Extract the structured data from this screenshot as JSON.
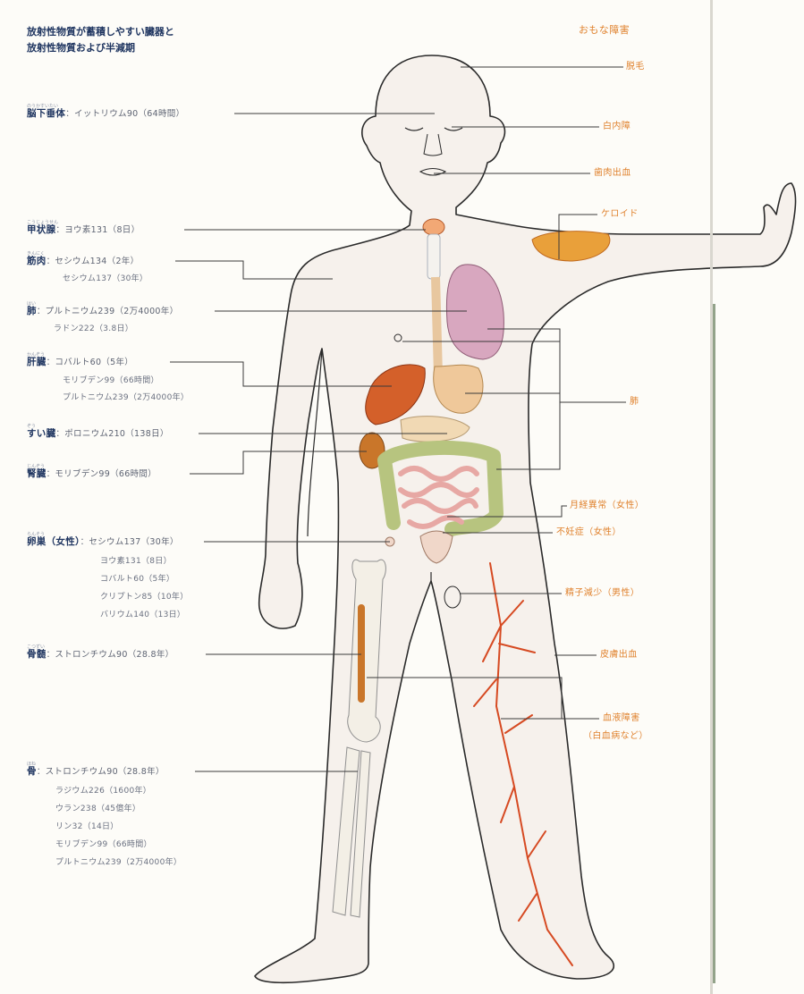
{
  "header": {
    "title_line1": "放射性物質が蓄積しやすい臓器と",
    "title_line2": "放射性物質および半減期",
    "right_heading": "おもな障害"
  },
  "left_labels": [
    {
      "organ": "脳下垂体",
      "ruby": "のうかすいたい",
      "items": [
        "イットリウム90（64時間）"
      ]
    },
    {
      "organ": "甲状腺",
      "ruby": "こうじょうせん",
      "items": [
        "ヨウ素131（8日）"
      ]
    },
    {
      "organ": "筋肉",
      "ruby": "きんにく",
      "items": [
        "セシウム134（2年）",
        "セシウム137（30年）"
      ]
    },
    {
      "organ": "肺",
      "ruby": "はい",
      "items": [
        "プルトニウム239（2万4000年）",
        "ラドン222（3.8日）"
      ]
    },
    {
      "organ": "肝臓",
      "ruby": "かんぞう",
      "items": [
        "コバルト60（5年）",
        "モリブデン99（66時間）",
        "プルトニウム239（2万4000年）"
      ]
    },
    {
      "organ": "すい臓",
      "ruby": "ぞう",
      "items": [
        "ポロニウム210（138日）"
      ]
    },
    {
      "organ": "腎臓",
      "ruby": "じんぞう",
      "items": [
        "モリブデン99（66時間）"
      ]
    },
    {
      "organ": "卵巣（女性）",
      "ruby": "らんそう",
      "items": [
        "セシウム137（30年）",
        "ヨウ素131（8日）",
        "コバルト60（5年）",
        "クリプトン85（10年）",
        "バリウム140（13日）"
      ]
    },
    {
      "organ": "骨髄",
      "ruby": "こつずい",
      "items": [
        "ストロンチウム90（28.8年）"
      ]
    },
    {
      "organ": "骨",
      "ruby": "ほね",
      "items": [
        "ストロンチウム90（28.8年）",
        "ラジウム226（1600年）",
        "ウラン238（45億年）",
        "リン32（14日）",
        "モリブデン99（66時間）",
        "プルトニウム239（2万4000年）"
      ]
    }
  ],
  "right_labels": [
    "脱毛",
    "白内障",
    "歯肉出血",
    "ケロイド",
    "肺",
    "月経異常（女性）",
    "不妊症（女性）",
    "精子減少（男性）",
    "皮膚出血",
    "血液障害",
    "（白血病など）"
  ],
  "colors": {
    "body_fill": "#f6f1ec",
    "outline": "#2a2a2a",
    "lung": "#d8a7bf",
    "liver": "#d4602a",
    "stomach": "#efc89a",
    "large_intestine": "#b7c47f",
    "small_intestine": "#e7a8a4",
    "kidney": "#c9762a",
    "vessel": "#d64a22",
    "keloid": "#e9a03a",
    "label_text": "#1f3560",
    "right_label": "#e0822e"
  }
}
